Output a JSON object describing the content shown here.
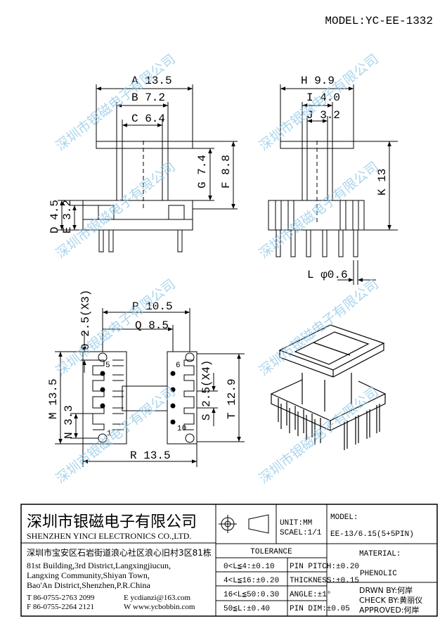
{
  "header": {
    "model": "MODEL:YC-EE-1332"
  },
  "dims": {
    "A": "A 13.5",
    "B": "B 7.2",
    "C": "C 6.4",
    "D": "D 4.5",
    "E": "E 3.2",
    "F": "F 8.8",
    "G": "G 7.4",
    "H": "H 9.9",
    "I": "I 4.0",
    "J": "J 3.2",
    "K": "K 13",
    "L": "L φ0.6",
    "P": "P 10.5",
    "Q": "Q 8.5",
    "O": "0 2.5(X3)",
    "M": "M 13.5",
    "N": "N 3.3",
    "R": "R 13.5",
    "S": "S 2.5(X4)",
    "T": "T 12.9",
    "pin5": "5",
    "pin6": "6",
    "pin1": "1",
    "pin10": "10"
  },
  "watermark": "深圳市银磁电子有限公司",
  "titleblock": {
    "company_cn": "深圳市银磁电子有限公司",
    "company_en": "SHENZHEN YINCI ELECTRONICS CO.,LTD.",
    "addr_cn": "深圳市宝安区石岩街道浪心社区浪心旧村3区81栋",
    "addr_en1": "81st Building,3rd District,Langxingjiucun,",
    "addr_en2": "Langxing Community,Shiyan Town,",
    "addr_en3": "Bao'An District,Shenzhen,P.R.China",
    "tel": "T 86-0755-2763 2099",
    "fax": "F 86-0755-2264 2121",
    "email": "E ycdianzi@163.com",
    "web": "W www.ycbobbin.com",
    "unit": "UNIT:MM",
    "scale": "SCAEL:1/1",
    "model_label": "MODEL:",
    "model_value": "EE-13/6.15(5+5PIN)",
    "tolerance_title": "TOLERANCE",
    "tol": [
      "0<L≦4:±0.10",
      "4<L≦16:±0.20",
      "16<L≦50:0.30",
      "50≦L:±0.40"
    ],
    "pin": [
      "PIN PITCH:±0.20",
      "THICKNESS:±0.15",
      "ANGLE:±1°",
      "PIN DIM:±0.05"
    ],
    "material_label": "MATERIAL:",
    "material_value": "PHENOLIC",
    "drawn": "DRWN BY:何岸",
    "check": "CHECK BY:黄丽仪",
    "approved": "APPROVED:何岸"
  }
}
